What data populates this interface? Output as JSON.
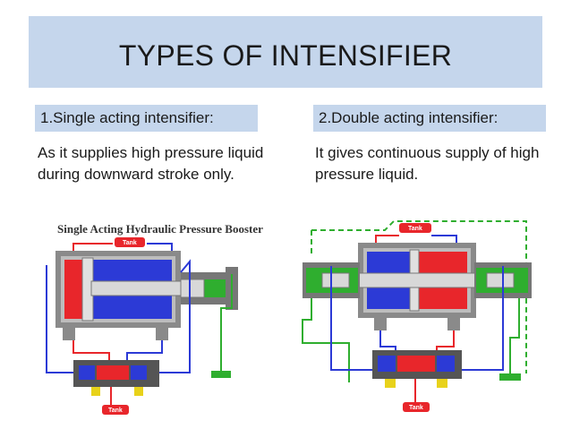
{
  "slide": {
    "title": "TYPES OF INTENSIFIER"
  },
  "left": {
    "heading": "1.Single acting intensifier:",
    "description": "As it supplies high pressure liquid during downward stroke only.",
    "figure": {
      "caption": "Single Acting Hydraulic Pressure Booster",
      "tank_top": "Tank",
      "tank_bottom": "Tank"
    }
  },
  "right": {
    "heading": "2.Double acting intensifier:",
    "description": "It gives continuous supply of high pressure liquid.",
    "figure": {
      "tank_top": "Tank",
      "tank_bottom": "Tank"
    }
  },
  "colors": {
    "band": "#c5d6ec",
    "oil_red": "#e8262b",
    "oil_blue": "#2c3ad6",
    "oil_green": "#2fae2f",
    "body_gray": "#8a8a8a",
    "valve_yellow": "#e8d21a"
  }
}
